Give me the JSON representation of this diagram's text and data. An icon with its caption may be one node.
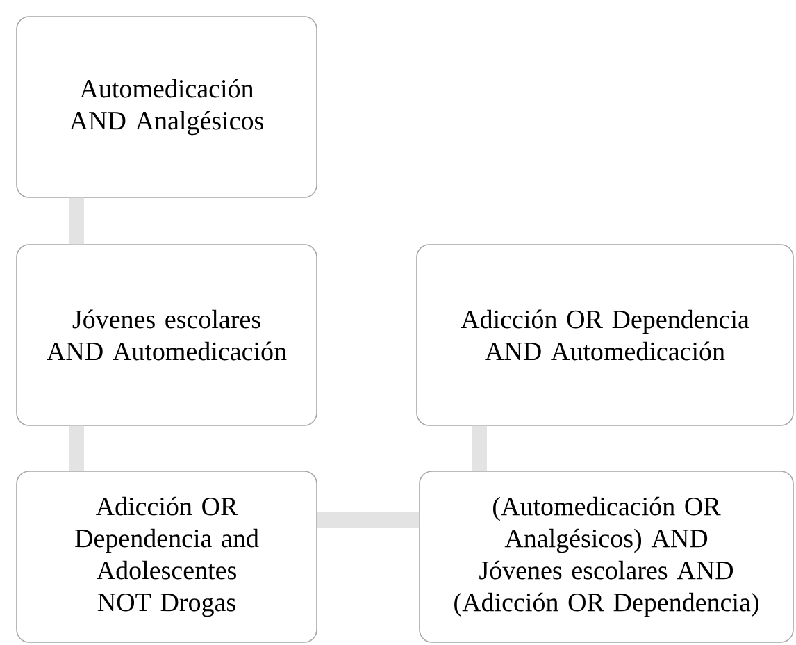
{
  "diagram": {
    "nodes": [
      {
        "text": [
          "Automedicación AND Analgésicos"
        ]
      },
      {
        "text": [
          "Jóvenes escolares AND Automedicación"
        ]
      },
      {
        "text": [
          "Adicción OR Dependencia and Adolescentes NOT Drogas"
        ]
      },
      {
        "text": [
          "Adicción OR Dependencia AND Automedicación"
        ]
      },
      {
        "text": [
          "(Automedicación OR Analgésicos) AND Jóvenes escolares AND (Adicción OR Dependencia)"
        ]
      }
    ],
    "edges": [
      {
        "from": 0,
        "to": 1,
        "arrow": "none"
      },
      {
        "from": 1,
        "to": 2,
        "arrow": "none"
      },
      {
        "from": 2,
        "to": 4,
        "arrow": "none"
      },
      {
        "from": 4,
        "to": 3,
        "arrow": "none"
      }
    ]
  }
}
